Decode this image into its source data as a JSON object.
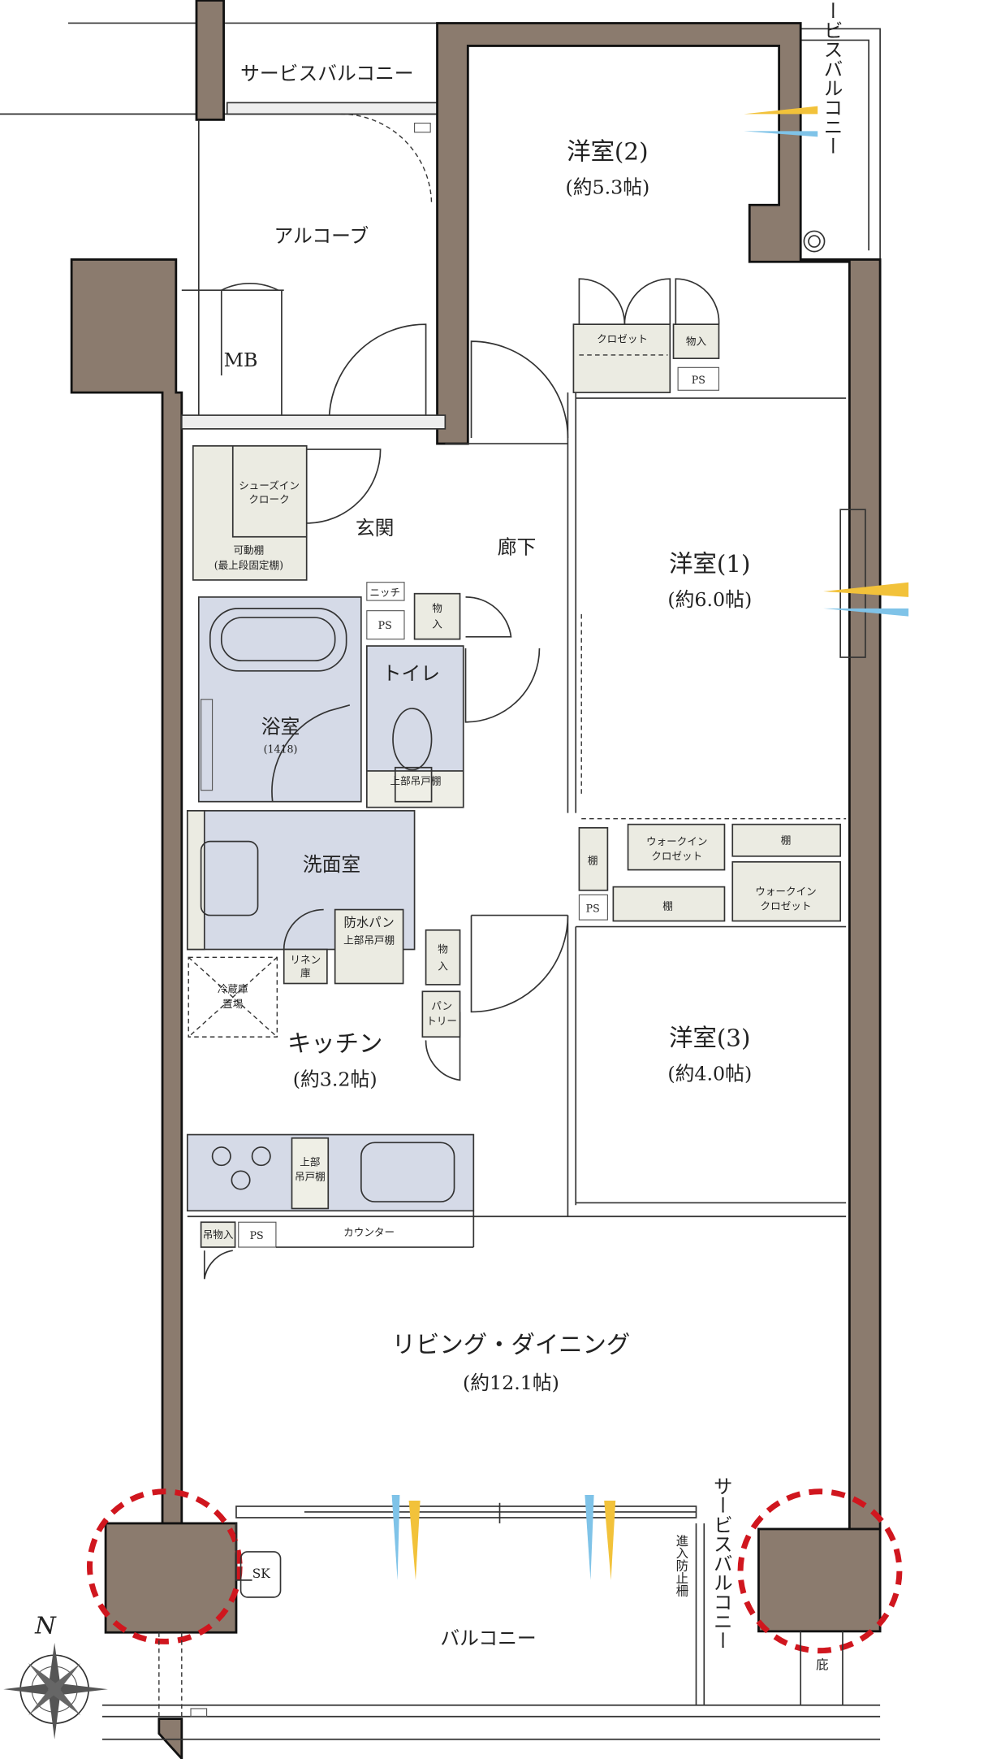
{
  "colors": {
    "wall": "#8b7b6e",
    "wet_area": "#d5dae7",
    "storage": "#ebebe2",
    "highlight": "#d0161e",
    "wind_yellow": "#f2c23a",
    "wind_blue": "#7fc3e8"
  },
  "labels": {
    "service_balcony_top": "サービスバルコニー",
    "service_balcony_right": "サービスバルコニー",
    "service_balcony_bottom": "サービスバルコニー",
    "western2": "洋室(2)",
    "western2_size": "(約5.3帖)",
    "alcove": "アルコーブ",
    "mb": "MB",
    "closet": "クロゼット",
    "storage1": "物入",
    "ps1": "PS",
    "shoe_closet1": "シューズイン",
    "shoe_closet2": "クローク",
    "shelf1": "可動棚",
    "shelf2": "(最上段固定棚)",
    "entrance": "玄関",
    "hallway": "廊下",
    "western1": "洋室(1)",
    "western1_size": "(約6.0帖)",
    "niche": "ニッチ",
    "ps2": "PS",
    "storage2a": "物",
    "storage2b": "入",
    "toilet": "トイレ",
    "upper_cabinet_toilet": "上部吊戸棚",
    "bath": "浴室",
    "bath_size": "(1418)",
    "washroom": "洗面室",
    "waterproof_pan": "防水パン",
    "upper_cabinet_wash": "上部吊戸棚",
    "linen1": "リネン",
    "linen2": "庫",
    "storage3a": "物",
    "storage3b": "入",
    "pantry1": "パン",
    "pantry2": "トリー",
    "fridge1": "冷蔵庫",
    "fridge2": "置場",
    "kitchen": "キッチン",
    "kitchen_size": "(約3.2帖)",
    "upper_cabinet_k1": "上部",
    "upper_cabinet_k2": "吊戸棚",
    "hanging_storage": "吊物入",
    "ps3": "PS",
    "counter": "カウンター",
    "wic1a": "ウォークイン",
    "wic1b": "クロゼット",
    "shelf_a": "棚",
    "shelf_b": "棚",
    "shelf_c": "棚",
    "ps4": "PS",
    "wic2a": "ウォークイン",
    "wic2b": "クロゼット",
    "western3": "洋室(3)",
    "western3_size": "(約4.0帖)",
    "ld": "リビング・ダイニング",
    "ld_size": "(約12.1帖)",
    "sk": "SK",
    "balcony": "バルコニー",
    "fence": "進入防止柵",
    "eaves": "庇",
    "north": "N"
  },
  "icons": [
    "compass-rose-icon",
    "gas-burner-icon",
    "sink-icon",
    "bathtub-icon",
    "toilet-icon",
    "wind-flow-icon",
    "drain-icon"
  ]
}
